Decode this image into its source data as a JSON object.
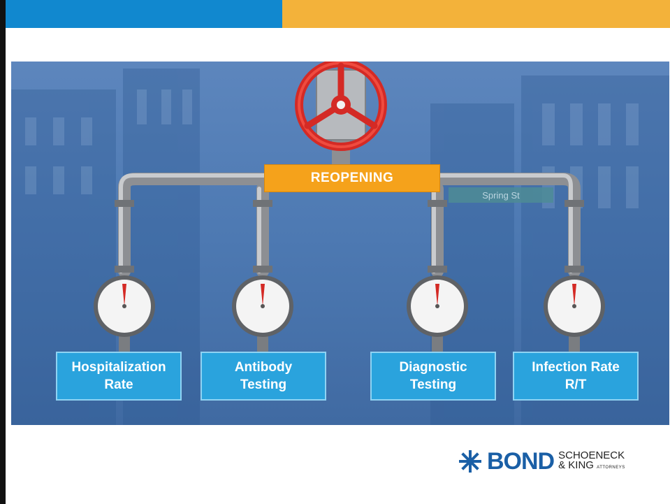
{
  "header": {
    "blue_color": "#1188cf",
    "orange_color": "#f3b23a"
  },
  "graphic": {
    "valve_label": "REOPENING",
    "street_sign": "Spring St",
    "metrics": [
      {
        "line1": "Hospitalization",
        "line2": "Rate"
      },
      {
        "line1": "Antibody",
        "line2": "Testing"
      },
      {
        "line1": "Diagnostic",
        "line2": "Testing"
      },
      {
        "line1": "Infection Rate",
        "line2": "R/T"
      }
    ]
  },
  "logo": {
    "bond": "BOND",
    "schoeneck": "SCHOENECK",
    "king": "& KING",
    "attorneys": "ATTORNEYS"
  }
}
